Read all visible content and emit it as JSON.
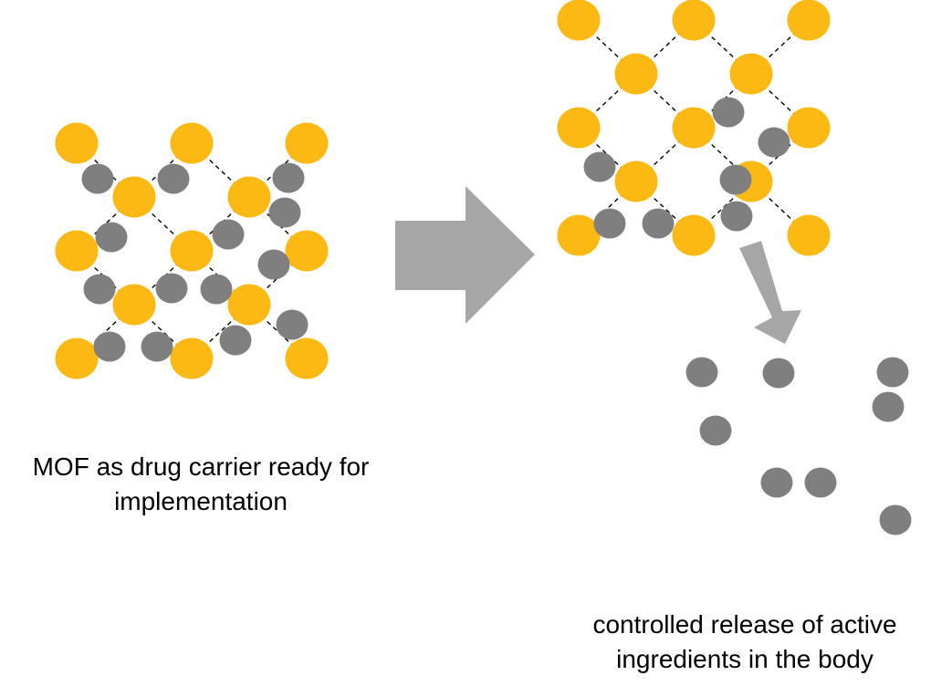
{
  "captions": {
    "carrier": "MOF as drug carrier ready for\nimplementation",
    "release": "controlled release of active\ningredients in the body"
  },
  "colors": {
    "metal_node": "#FDB913",
    "drug_molecule": "#7F7F7F",
    "linker": "#000000",
    "arrow": "#A6A6A6",
    "background": "#FFFFFF"
  },
  "diagram": {
    "stages": [
      "loaded-mof",
      "mof-releasing"
    ],
    "icons": [
      "process-arrow",
      "release-arrow"
    ]
  }
}
